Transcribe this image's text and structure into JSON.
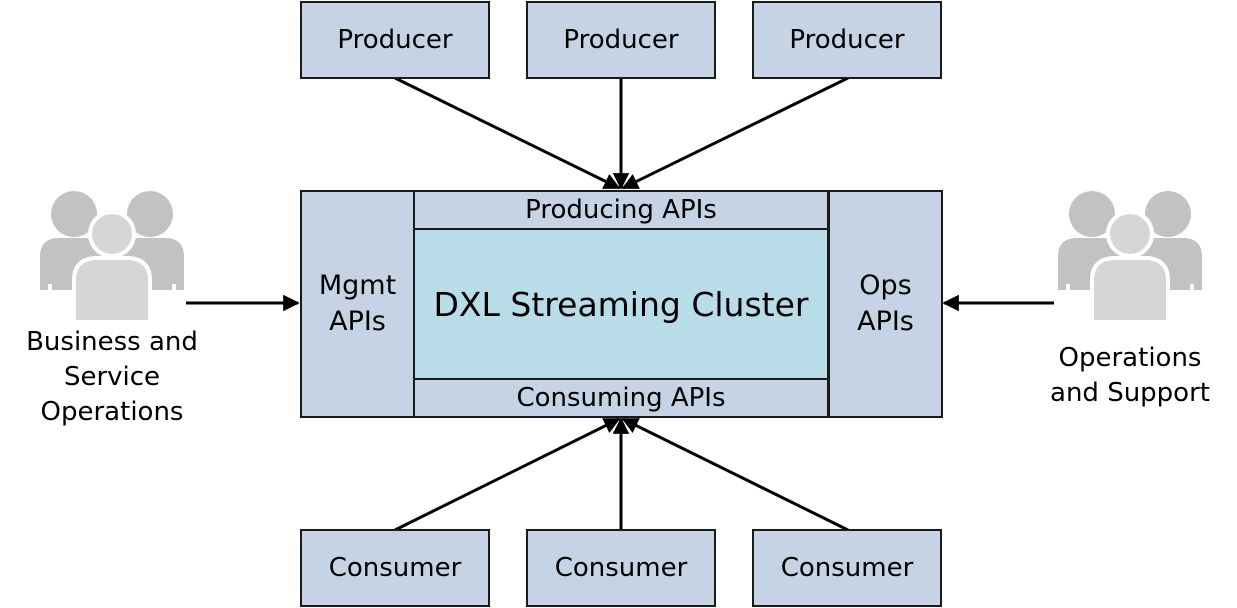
{
  "producers": [
    {
      "label": "Producer"
    },
    {
      "label": "Producer"
    },
    {
      "label": "Producer"
    }
  ],
  "consumers": [
    {
      "label": "Consumer"
    },
    {
      "label": "Consumer"
    },
    {
      "label": "Consumer"
    }
  ],
  "cluster": {
    "core_label": "DXL Streaming Cluster",
    "producing_apis": "Producing APIs",
    "consuming_apis": "Consuming APIs",
    "mgmt_apis": {
      "line1": "Mgmt",
      "line2": "APIs"
    },
    "ops_apis": {
      "line1": "Ops",
      "line2": "APIs"
    }
  },
  "actors": {
    "left": {
      "line1": "Business and",
      "line2": "Service",
      "line3": "Operations",
      "icon": "people-group-icon"
    },
    "right": {
      "line1": "Operations",
      "line2": "and Support",
      "icon": "people-group-icon"
    }
  },
  "colors": {
    "box_fill": "#c6d3e5",
    "core_fill": "#b8dde8",
    "border": "#1a1a1a",
    "person_fill": "#c2c2c2"
  }
}
